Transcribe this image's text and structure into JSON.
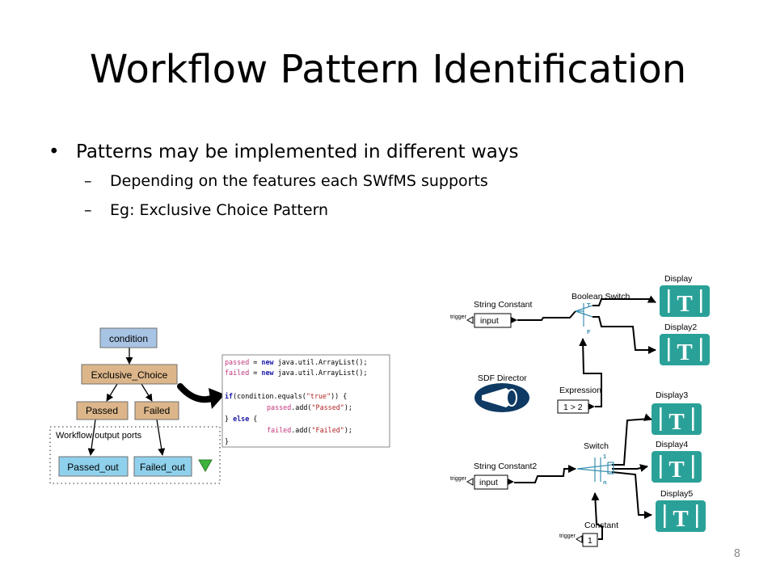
{
  "slide": {
    "title": "Workflow Pattern Identification",
    "bullet_symbol": "•",
    "dash_symbol": "–",
    "bullet": "Patterns may be implemented in different ways",
    "sub_bullets": [
      "Depending on the features each SWfMS supports",
      "Eg: Exclusive Choice Pattern"
    ],
    "page_number": "8"
  },
  "taverna": {
    "nodes": [
      "condition",
      "Exclusive_Choice",
      "Passed",
      "Failed"
    ],
    "group_label": "Workflow output ports",
    "outputs": [
      "Passed_out",
      "Failed_out"
    ],
    "colors": {
      "condition": "#a8c4e4",
      "beanshell": "#dcb68a",
      "output": "#8fd1ec",
      "triangle": "#3db33d"
    },
    "code": {
      "line1": {
        "var": "passed",
        "eq": " = ",
        "kw": "new",
        "rest": " java.util.ArrayList();"
      },
      "line2": {
        "var": "failed",
        "eq": " = ",
        "kw": "new",
        "rest": " java.util.ArrayList();"
      },
      "line3": {
        "kw": "if",
        "a": "(condition.equals(",
        "str": "\"true\"",
        "b": ")) {"
      },
      "line4": {
        "var": "passed",
        "a": ".add(",
        "str": "\"Passed\"",
        "b": ");"
      },
      "line5": {
        "a": "} ",
        "kw": "else",
        "b": " {"
      },
      "line6": {
        "var": "failed",
        "a": ".add(",
        "str": "\"Failed\"",
        "b": ");"
      },
      "line7": "}"
    }
  },
  "kepler": {
    "director": "SDF Director",
    "actors": {
      "string_constant": "String Constant",
      "string_constant2": "String Constant2",
      "boolean_switch": "Boolean Switch",
      "expression": "Expression",
      "switch": "Switch",
      "constant": "Constant",
      "displays": [
        "Display",
        "Display2",
        "Display3",
        "Display4",
        "Display5"
      ]
    },
    "box_values": {
      "input1": "input",
      "input2": "input",
      "expr": "1 > 2",
      "const": "1"
    },
    "port_labels": {
      "trigger": "trigger",
      "true": "T",
      "false": "F",
      "one": "1",
      "n": "n"
    },
    "display_glyph": "T",
    "colors": {
      "display": "#2aa198",
      "director": "#0e3a63",
      "wire": "#000000"
    }
  }
}
